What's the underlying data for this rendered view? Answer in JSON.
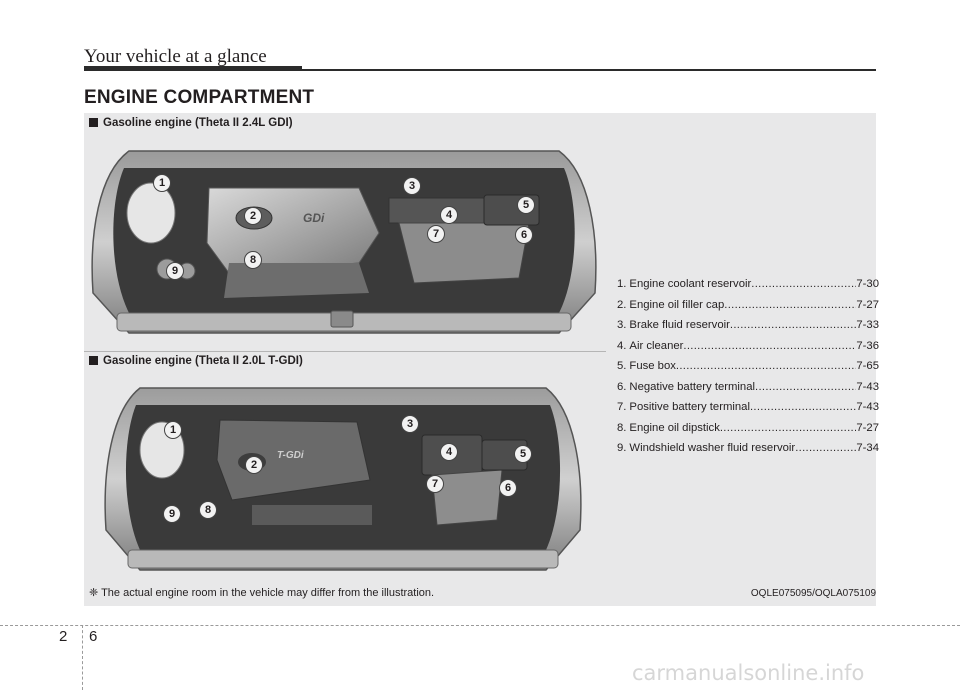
{
  "header": {
    "title": "Your vehicle at a glance"
  },
  "section_title": "ENGINE COMPARTMENT",
  "engines": [
    {
      "heading": "Gasoline engine (Theta II 2.4L GDI)",
      "engine_logo": "GDi"
    },
    {
      "heading": "Gasoline engine (Theta II 2.0L T-GDI)",
      "engine_logo": "T-GDi"
    }
  ],
  "legend": [
    {
      "num": "1.",
      "label": "Engine coolant reservoir",
      "page": "7-30"
    },
    {
      "num": "2.",
      "label": "Engine oil filler cap",
      "page": "7-27"
    },
    {
      "num": "3.",
      "label": "Brake fluid reservoir",
      "page": "7-33"
    },
    {
      "num": "4.",
      "label": "Air cleaner",
      "page": "7-36"
    },
    {
      "num": "5.",
      "label": "Fuse box",
      "page": "7-65"
    },
    {
      "num": "6.",
      "label": "Negative battery terminal",
      "page": "7-43"
    },
    {
      "num": "7.",
      "label": "Positive battery terminal",
      "page": "7-43"
    },
    {
      "num": "8.",
      "label": "Engine oil dipstick",
      "page": "7-27"
    },
    {
      "num": "9.",
      "label": "Windshield washer fluid reservoir",
      "page": "7-34"
    }
  ],
  "callouts": [
    "1",
    "2",
    "3",
    "4",
    "5",
    "6",
    "7",
    "8",
    "9"
  ],
  "note": "❈ The actual engine room in the vehicle may differ from the illustration.",
  "image_code": "OQLE075095/OQLA075109",
  "page_number": {
    "chapter": "2",
    "page": "6"
  },
  "watermark": "carmanualsonline.info",
  "colors": {
    "panel": "#e8e8e9",
    "text": "#231f20",
    "rule": "#2b2b2b"
  }
}
